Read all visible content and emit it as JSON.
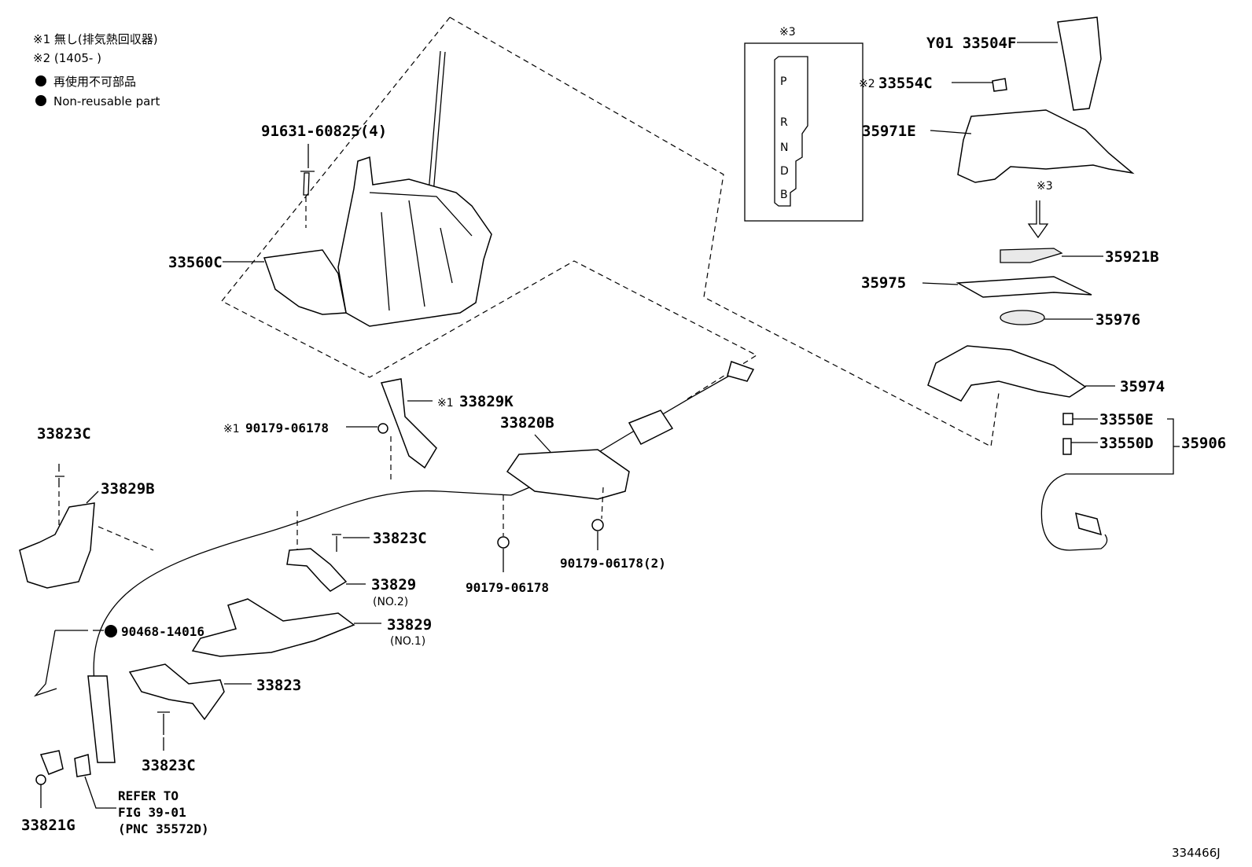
{
  "legend": {
    "note1": "※1 無し(排気熱回収器)",
    "note2": "※2 (1405-      )",
    "nonreusable_jp": "再使用不可部品",
    "nonreusable_en": "Non-reusable part"
  },
  "inset": {
    "marker": "※3",
    "gates": [
      "P",
      "R",
      "N",
      "D",
      "B"
    ]
  },
  "callouts": {
    "p91631": "91631-60825(4)",
    "p33560C": "33560C",
    "pY01": "Y01 33504F",
    "p33554C_mark": "※2",
    "p33554C": "33554C",
    "p35971E": "35971E",
    "arrow_mark": "※3",
    "p35921B": "35921B",
    "p35975": "35975",
    "p35976": "35976",
    "p35974": "35974",
    "p33550E": "33550E",
    "p33550D": "33550D",
    "p35906": "35906",
    "p33829K_mark": "※1",
    "p33829K": "33829K",
    "p90179a_mark": "※1",
    "p90179a": "90179-06178",
    "p33820B": "33820B",
    "p33823C_top": "33823C",
    "p33829B": "33829B",
    "p33823C_mid": "33823C",
    "p33829_no2": "33829",
    "p33829_no2_sub": "(NO.2)",
    "p90179_center": "90179-06178",
    "p90179_right": "90179-06178(2)",
    "p90468": "90468-14016",
    "p33829_no1": "33829",
    "p33829_no1_sub": "(NO.1)",
    "p33823": "33823",
    "p33823C_bot": "33823C",
    "refer1": "REFER TO",
    "refer2": "FIG 39-01",
    "refer3": "(PNC 35572D)",
    "p33821G": "33821G"
  },
  "figure_id": "334466J"
}
